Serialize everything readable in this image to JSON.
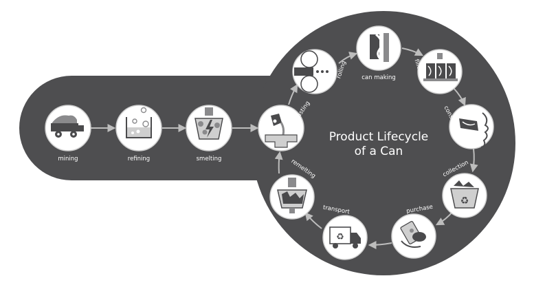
{
  "diagram": {
    "title_line1": "Product Lifecycle",
    "title_line2": "of a Can",
    "colors": {
      "background_shape": "#4e4e50",
      "node_fill": "#ffffff",
      "node_ring": "#d0d0d0",
      "arrow": "#bdbdbd",
      "icon_dark": "#4a4a4c",
      "icon_mid": "#8a8a8c"
    },
    "linear_steps": [
      {
        "id": "mining",
        "label": "mining",
        "icon": "dump-truck-icon"
      },
      {
        "id": "refining",
        "label": "refining",
        "icon": "beaker-bubbles-icon"
      },
      {
        "id": "smelting",
        "label": "smelting",
        "icon": "smelter-lightning-icon"
      }
    ],
    "cycle_steps": [
      {
        "id": "casting",
        "label": "casting",
        "icon": "ladle-pour-icon"
      },
      {
        "id": "rolling",
        "label": "rolling",
        "icon": "rolling-mill-icon"
      },
      {
        "id": "can-making",
        "label": "can making",
        "icon": "can-press-icon"
      },
      {
        "id": "fillers",
        "label": "fillers",
        "icon": "filling-line-icon"
      },
      {
        "id": "consumers",
        "label": "consumers",
        "icon": "drinking-face-icon"
      },
      {
        "id": "collection",
        "label": "collection",
        "icon": "recycle-bin-icon"
      },
      {
        "id": "purchase",
        "label": "purchase",
        "icon": "hand-card-icon"
      },
      {
        "id": "transport",
        "label": "transport",
        "icon": "recycle-truck-icon"
      },
      {
        "id": "remelting",
        "label": "remelting",
        "icon": "remelt-furnace-icon"
      }
    ]
  }
}
